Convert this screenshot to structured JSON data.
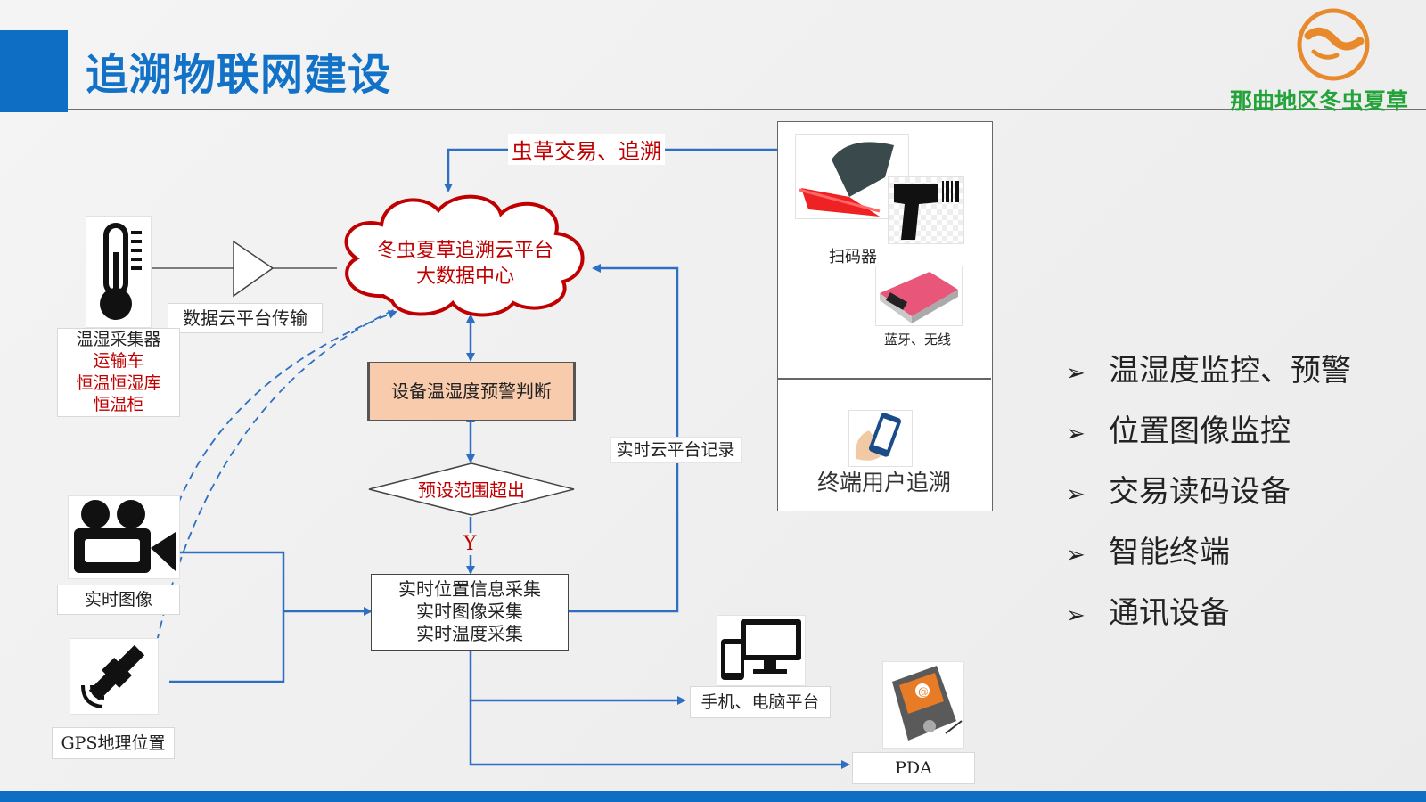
{
  "title": "追溯物联网建设",
  "logo_text": "那曲地区冬虫夏草",
  "cloud": {
    "line1": "冬虫夏草追溯云平台",
    "line2": "大数据中心"
  },
  "top_link_label": "虫草交易、追溯",
  "transmission_label": "数据云平台传输",
  "sensor": {
    "name": "温湿采集器",
    "items": [
      "运输车",
      "恒温恒湿库",
      "恒温柜"
    ],
    "icon": "thermometer-icon"
  },
  "warning_box": "设备温湿度预警判断",
  "decision": "预设范围超出",
  "yes_label": "Y",
  "collect_box": [
    "实时位置信息采集",
    "实时图像采集",
    "实时温度采集"
  ],
  "record_label": "实时云平台记录",
  "video_label": "实时图像",
  "gps_label": "GPS地理位置",
  "devices": {
    "scanner": "扫码器",
    "bluetooth": "蓝牙、无线",
    "terminal": "终端用户追溯"
  },
  "outputs": {
    "platform": "手机、电脑平台",
    "pda": "PDA"
  },
  "bullets": [
    "温湿度监控、预警",
    "位置图像监控",
    "交易读码设备",
    "智能终端",
    "通讯设备"
  ],
  "colors": {
    "primary_blue": "#0d6ec4",
    "title_blue": "#1272c8",
    "logo_green": "#23a33a",
    "cloud_red": "#c00000",
    "arrow_blue": "#2e6fc4",
    "warning_fill": "#f8cbad"
  }
}
